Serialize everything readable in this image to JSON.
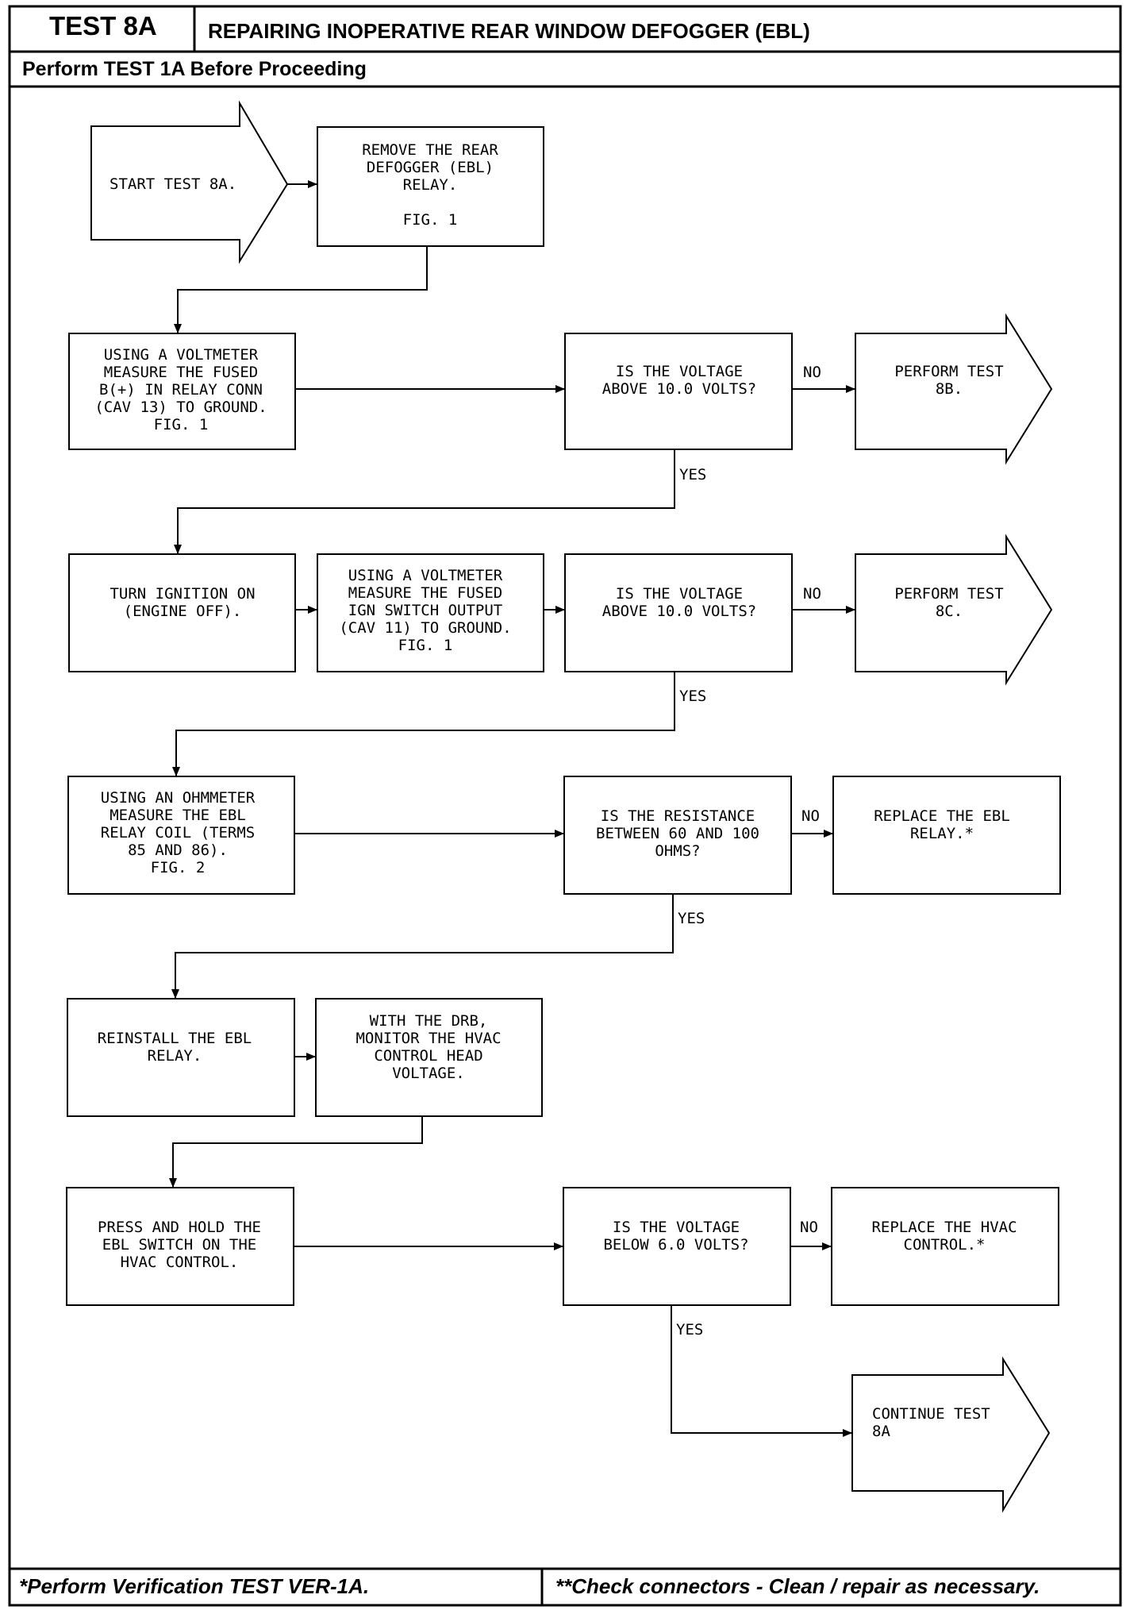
{
  "header": {
    "test_id": "TEST 8A",
    "title": "REPAIRING INOPERATIVE REAR WINDOW DEFOGGER (EBL)",
    "prerequisite": "Perform TEST 1A Before Proceeding"
  },
  "nodes": {
    "start": "START TEST 8A.",
    "remove_relay": "REMOVE THE REAR\nDEFOGGER (EBL)\nRELAY.\n\nFIG. 1",
    "measure_b_plus": "USING A VOLTMETER\nMEASURE THE FUSED\nB(+) IN RELAY CONN\n(CAV 13) TO GROUND.\nFIG. 1",
    "voltage_q1": "IS THE VOLTAGE\nABOVE 10.0 VOLTS?",
    "perform_8b": "PERFORM TEST\n8B.",
    "turn_ignition": "TURN IGNITION ON\n(ENGINE OFF).",
    "measure_ign": "USING A VOLTMETER\nMEASURE THE FUSED\nIGN SWITCH OUTPUT\n(CAV 11) TO GROUND.\nFIG. 1",
    "voltage_q2": "IS THE VOLTAGE\nABOVE 10.0 VOLTS?",
    "perform_8c": "PERFORM TEST\n8C.",
    "ohmmeter": "USING AN OHMMETER\nMEASURE THE EBL\nRELAY COIL (TERMS\n85 AND 86).\nFIG. 2",
    "resistance_q": "IS THE RESISTANCE\nBETWEEN 60 AND 100\nOHMS?",
    "replace_relay": "REPLACE THE EBL\nRELAY.*",
    "reinstall": "REINSTALL THE EBL\nRELAY.",
    "drb_monitor": "WITH THE DRB,\nMONITOR THE HVAC\nCONTROL HEAD\nVOLTAGE.",
    "press_hold": "PRESS AND HOLD THE\nEBL SWITCH ON THE\nHVAC CONTROL.",
    "voltage_q3": "IS THE VOLTAGE\nBELOW 6.0 VOLTS?",
    "replace_hvac": "REPLACE THE HVAC\nCONTROL.*",
    "continue_8a": "CONTINUE TEST\n8A"
  },
  "branch_labels": {
    "q1_no": "NO",
    "q1_yes": "YES",
    "q2_no": "NO",
    "q2_yes": "YES",
    "rq_no": "NO",
    "rq_yes": "YES",
    "q3_no": "NO",
    "q3_yes": "YES"
  },
  "footer": {
    "left": "*Perform Verification TEST VER-1A.",
    "right": "**Check connectors - Clean / repair as necessary."
  }
}
